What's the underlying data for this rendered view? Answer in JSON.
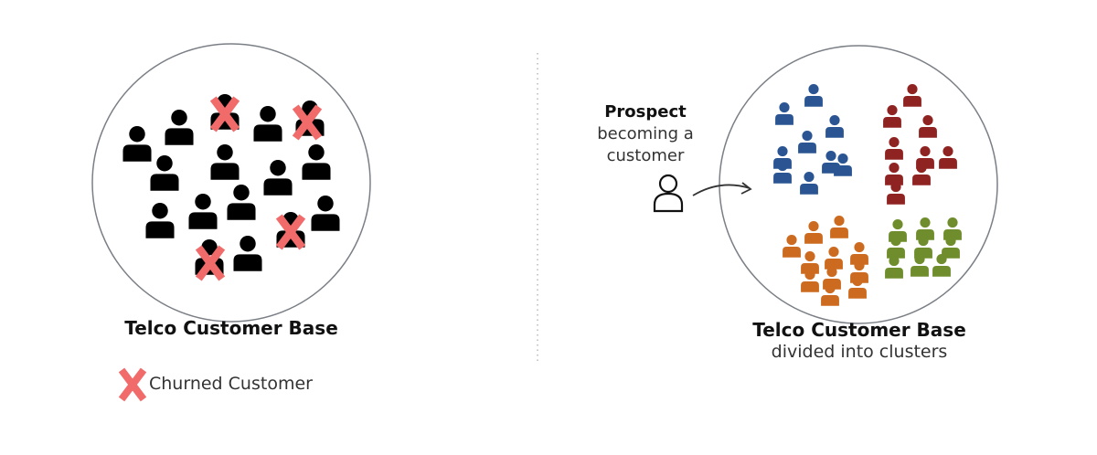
{
  "left_panel": {
    "title": "Telco Customer Base",
    "legend_label": "Churned Customer",
    "person_color": "#000000",
    "churn_mark_color": "#f26b6b"
  },
  "right_panel": {
    "prospect_title": "Prospect",
    "prospect_subtitle_line1": "becoming a",
    "prospect_subtitle_line2": "customer",
    "title": "Telco Customer Base",
    "subtitle": "divided into clusters",
    "cluster_colors": [
      "#2a5592",
      "#8f2322",
      "#cc6a1f",
      "#6f8d2c"
    ]
  }
}
